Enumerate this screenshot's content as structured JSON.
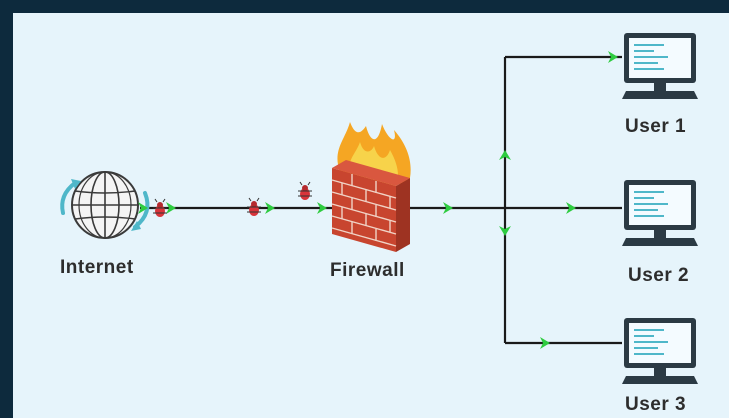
{
  "labels": {
    "internet": "Internet",
    "firewall": "Firewall",
    "user1": "User 1",
    "user2": "User 2",
    "user3": "User 3"
  },
  "icons": {
    "internet": "globe-icon",
    "firewall": "brick-wall-with-fire-icon",
    "users": "desktop-computer-icon",
    "threat": "bug-icon",
    "packet": "arrow-packet-icon"
  },
  "colors": {
    "background": "#e6f4fb",
    "frame": "#0d2a3d",
    "line": "#1a1a1a",
    "packet": "#2ecc40",
    "threat": "#d9343a",
    "brick": "#c8452f",
    "flame": "#f5a623",
    "monitor": "#2b3a44"
  }
}
